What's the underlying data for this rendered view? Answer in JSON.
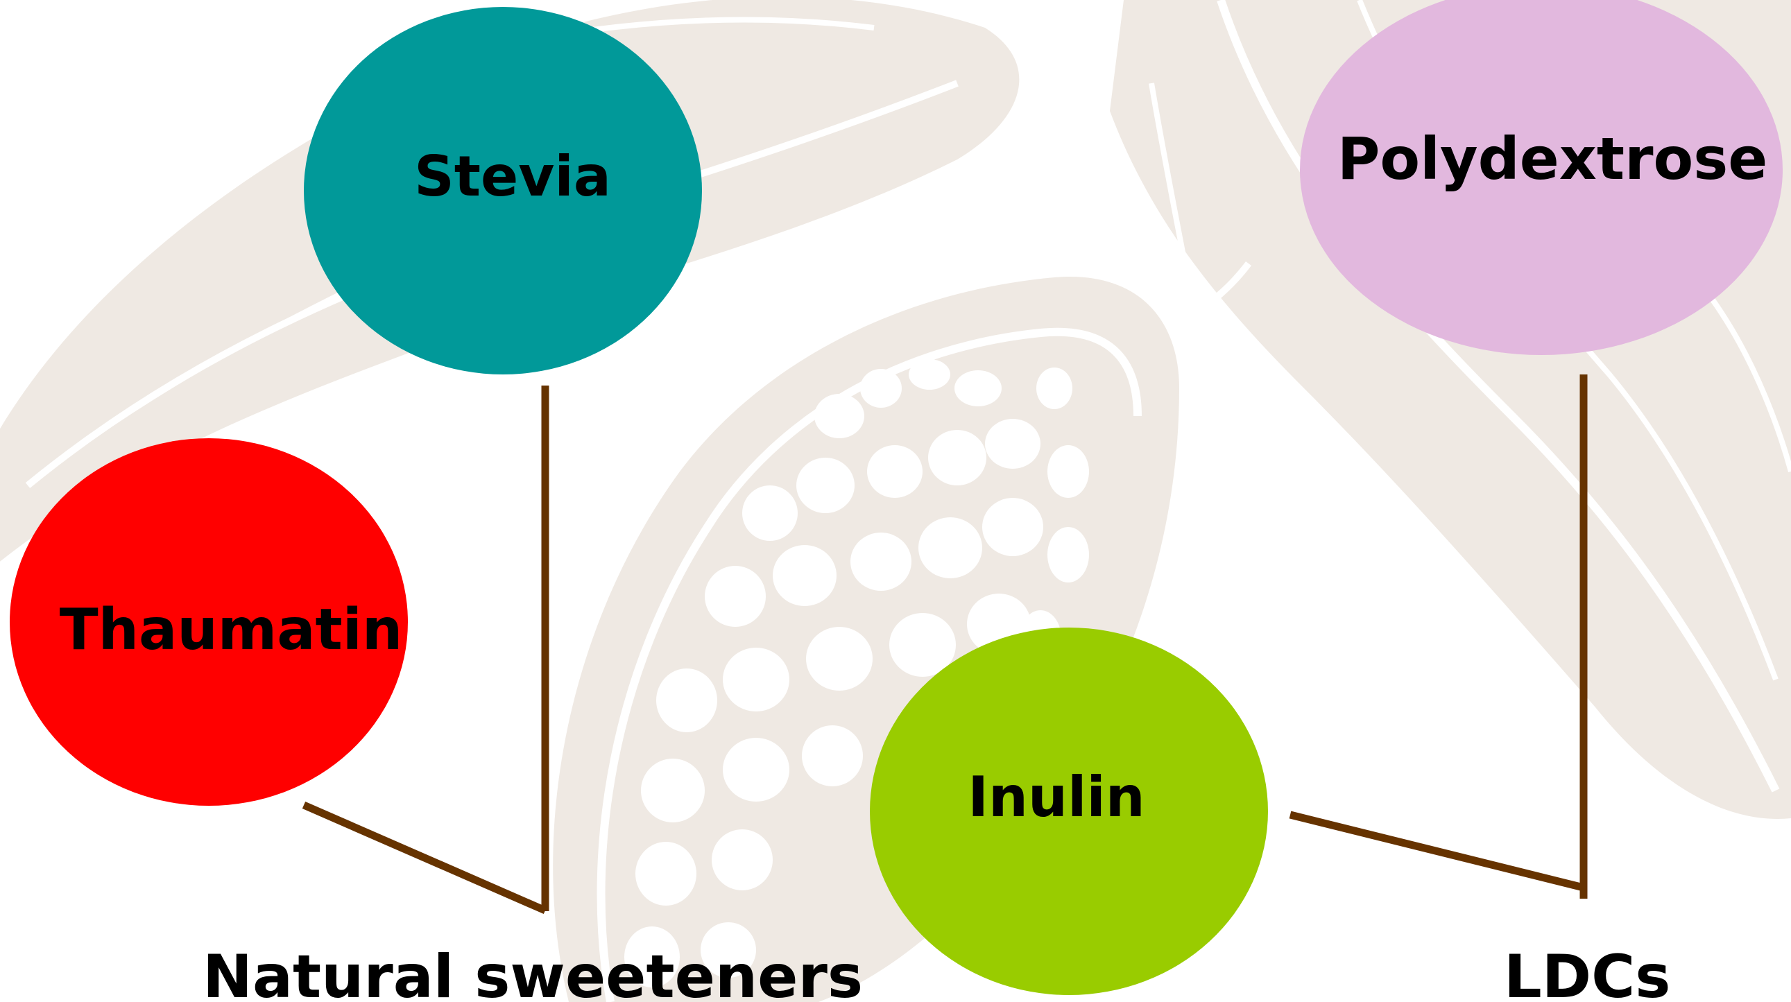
{
  "colors": {
    "stevia": "#019999",
    "thaumatin": "#ff0000",
    "inulin": "#99cc00",
    "polydextrose": "#e2b8de",
    "connector": "#663300",
    "background_motif": "#efe9e3",
    "background_highlight": "#ffffff"
  },
  "background": {
    "icon": "cocoa-pod-illustration"
  },
  "nodes": {
    "stevia": {
      "label": "Stevia"
    },
    "thaumatin": {
      "label": "Thaumatin"
    },
    "inulin": {
      "label": "Inulin"
    },
    "polydextrose": {
      "label": "Polydextrose"
    }
  },
  "groups": {
    "natural_sweeteners": {
      "label": "Natural sweeteners"
    },
    "ldcs": {
      "label": "LDCs"
    }
  }
}
